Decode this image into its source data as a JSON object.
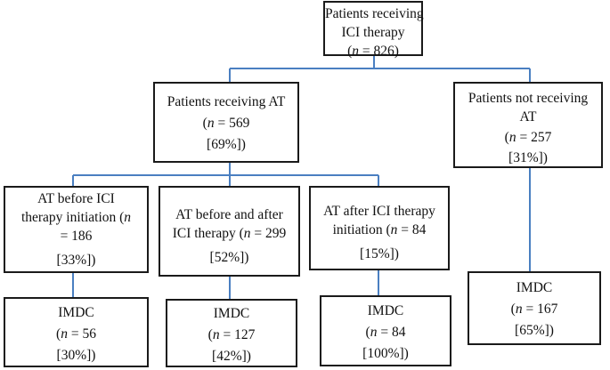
{
  "colors": {
    "connector": "#4a7fc1",
    "box_border": "#1a1a1a",
    "background": "#ffffff",
    "text": "#111111"
  },
  "root": {
    "line1": "Patients receiving",
    "line2": "ICI therapy",
    "n_sym": "n",
    "n_text": " = 826)"
  },
  "at": {
    "line1": "Patients receiving AT",
    "n_sym": "n",
    "n_text": " = 569",
    "pct": "[69%])"
  },
  "not_at": {
    "line1": "Patients not receiving",
    "line2": "AT",
    "n_sym": "n",
    "n_text": " = 257",
    "pct": "[31%])"
  },
  "before": {
    "line1": "AT before ICI",
    "line2": "therapy initiation (",
    "n_sym": "n",
    "line3": "= 186",
    "pct": "[33%])"
  },
  "before_after": {
    "line1": "AT before and after",
    "line2": "ICI therapy (",
    "n_sym": "n",
    "n_text": " = 299",
    "pct": "[52%])"
  },
  "after": {
    "line1": "AT after ICI therapy",
    "line2": "initiation (",
    "n_sym": "n",
    "n_text": " = 84",
    "pct": "[15%])"
  },
  "imdc_1": {
    "label": "IMDC",
    "n_sym": "n",
    "n_text": " = 56",
    "pct": "[30%])"
  },
  "imdc_2": {
    "label": "IMDC",
    "n_sym": "n",
    "n_text": " = 127",
    "pct": "[42%])"
  },
  "imdc_3": {
    "label": "IMDC",
    "n_sym": "n",
    "n_text": " = 84",
    "pct": "[100%])"
  },
  "imdc_4": {
    "label": "IMDC",
    "n_sym": "n",
    "n_text": " = 167",
    "pct": "[65%])"
  }
}
